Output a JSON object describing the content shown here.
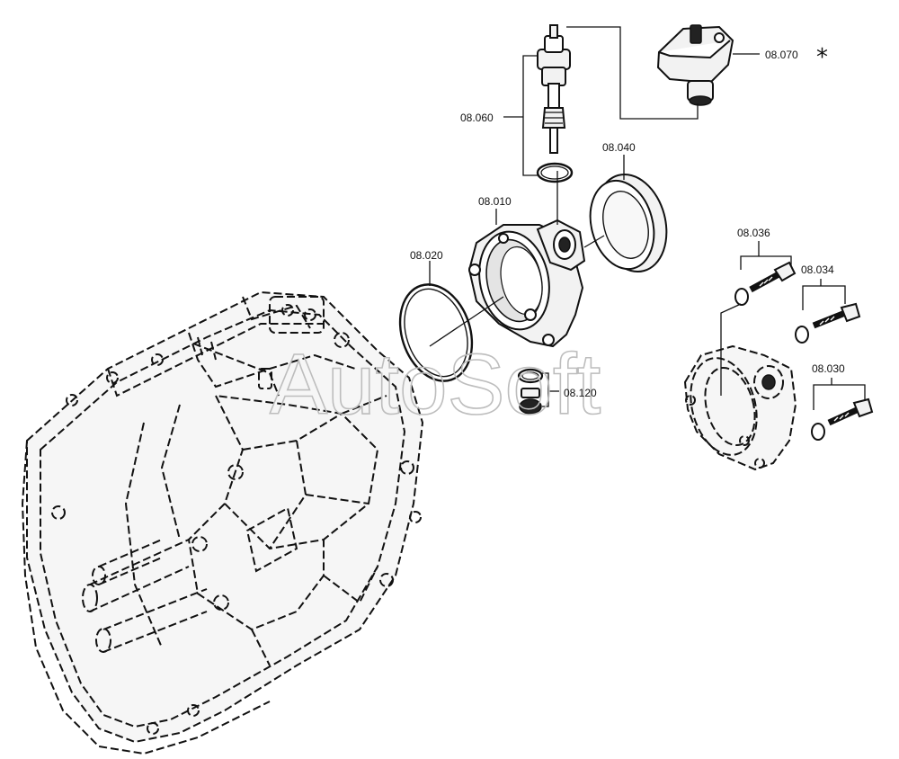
{
  "diagram": {
    "watermark": "AutoSoft",
    "labels": {
      "p08070": "08.070",
      "p08070_mark": "*",
      "p08060": "08.060",
      "p08040": "08.040",
      "p08010": "08.010",
      "p08020": "08.020",
      "p08036": "08.036",
      "p08034": "08.034",
      "p08120": "08.120",
      "p08030": "08.030"
    }
  }
}
